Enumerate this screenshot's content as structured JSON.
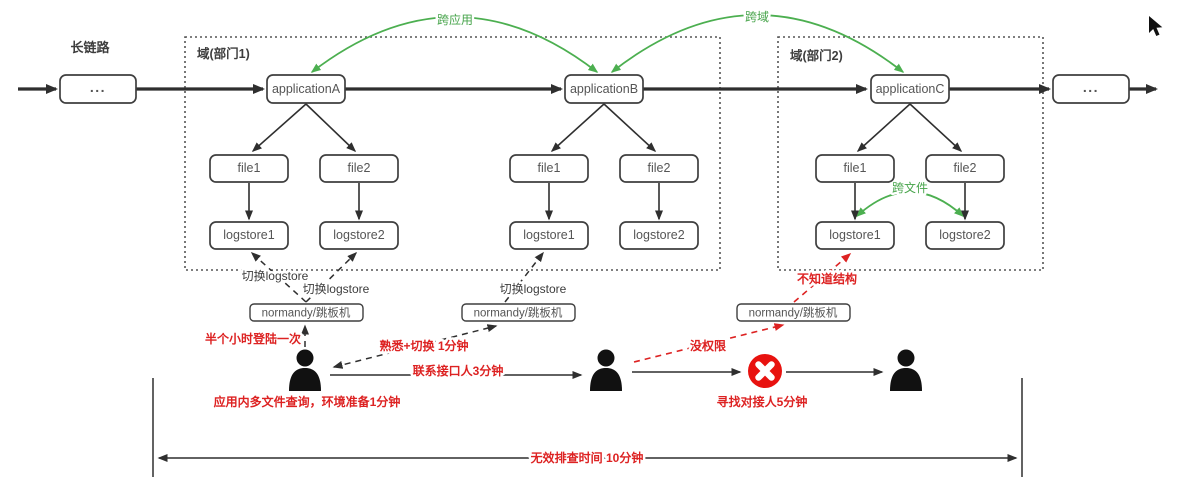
{
  "title_labels": {
    "long_chain": "长链路",
    "domain1": "域(部门1)",
    "domain2": "域(部门2)",
    "ellipsis": "..."
  },
  "nodes": {
    "app_a": "applicationA",
    "app_b": "applicationB",
    "app_c": "applicationC",
    "file1": "file1",
    "file2": "file2",
    "logstore1": "logstore1",
    "logstore2": "logstore2",
    "jump_server": "normandy/跳板机"
  },
  "green_labels": {
    "cross_app": "跨应用",
    "cross_domain": "跨域",
    "cross_file": "跨文件"
  },
  "black_notes": {
    "switch_logstore": "切换logstore"
  },
  "red_notes": {
    "login": "半个小时登陆一次",
    "familiar": "熟悉+切换 1分钟",
    "contact": "联系接口人3分钟",
    "prepare": "应用内多文件查询，环境准备1分钟",
    "no_permission": "没权限",
    "unknown_structure": "不知道结构",
    "find_person": "寻找对接人5分钟",
    "total_time": "无效排查时间 10分钟"
  },
  "colors": {
    "line": "#2f2f2f",
    "green": "#4caf50",
    "red": "#dd2222",
    "error_badge": "#e8120f"
  }
}
